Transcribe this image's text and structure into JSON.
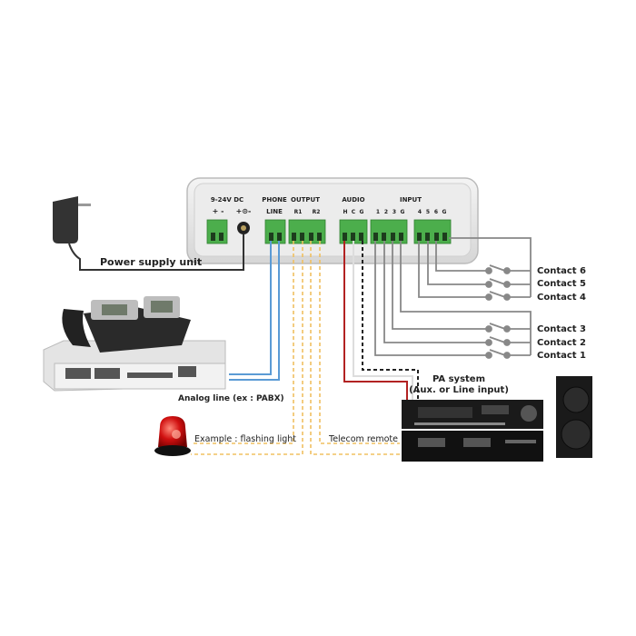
{
  "device": {
    "power_header": "9-24V DC",
    "power_polarity": "+ -",
    "jack_polarity": "+⊙-",
    "phone_header_1": "PHONE",
    "phone_header_2": "LINE",
    "output_header": "OUTPUT",
    "relay_1": "R1",
    "relay_2": "R2",
    "audio_header": "AUDIO",
    "audio_pins": [
      "H",
      "C",
      "G"
    ],
    "input_header": "INPUT",
    "input_pins_a": [
      "1",
      "2",
      "3",
      "G"
    ],
    "input_pins_b": [
      "4",
      "5",
      "6",
      "G"
    ]
  },
  "labels": {
    "power_supply": "Power supply unit",
    "analog_line": "Analog line (ex : PABX)",
    "flashing_light": "Example : flashing light",
    "telecom_remote": "Telecom remote",
    "pa_system_1": "PA system",
    "pa_system_2": "(Aux. or Line input)",
    "contacts": [
      "Contact 6",
      "Contact 5",
      "Contact 4",
      "Contact 3",
      "Contact 2",
      "Contact 1"
    ]
  },
  "colors": {
    "terminal_green": "#4cae4c",
    "phone_wire": "#5b9bd5",
    "output_wire": "#f0c060",
    "audio_hot": "#b22222",
    "input_wire": "#888888"
  }
}
